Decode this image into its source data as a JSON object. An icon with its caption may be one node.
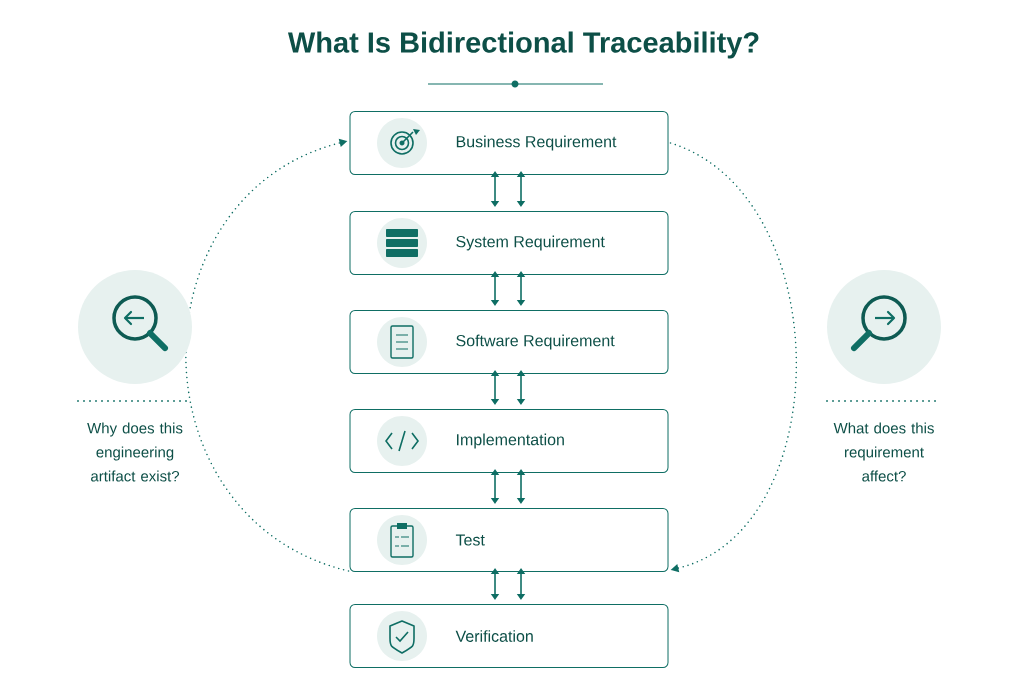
{
  "diagram": {
    "title": "What Is Bidirectional Traceability?",
    "nodes": [
      {
        "text": [
          "Business Requirement"
        ]
      },
      {
        "text": [
          "System Requirement"
        ]
      },
      {
        "text": [
          "Software Requirement"
        ]
      },
      {
        "text": [
          "Implementation"
        ]
      },
      {
        "text": [
          "Test"
        ]
      },
      {
        "text": [
          "Verification"
        ]
      }
    ],
    "edges": [
      {
        "from": 0,
        "to": 1,
        "arrow": "both"
      },
      {
        "from": 0,
        "to": 1,
        "arrow": "both"
      },
      {
        "from": 1,
        "to": 2,
        "arrow": "both"
      },
      {
        "from": 1,
        "to": 2,
        "arrow": "both"
      },
      {
        "from": 2,
        "to": 3,
        "arrow": "both"
      },
      {
        "from": 2,
        "to": 3,
        "arrow": "both"
      },
      {
        "from": 3,
        "to": 4,
        "arrow": "both"
      },
      {
        "from": 3,
        "to": 4,
        "arrow": "both"
      },
      {
        "from": 4,
        "to": 5,
        "arrow": "both"
      },
      {
        "from": 4,
        "to": 5,
        "arrow": "both"
      },
      {
        "from": 4,
        "to": 0,
        "arrow": "to",
        "style": "dashed"
      },
      {
        "from": 0,
        "to": 4,
        "arrow": "to",
        "style": "dashed"
      }
    ],
    "labels": [
      "Why does this engineering artifact exist?",
      "What does this requirement affect?"
    ]
  }
}
